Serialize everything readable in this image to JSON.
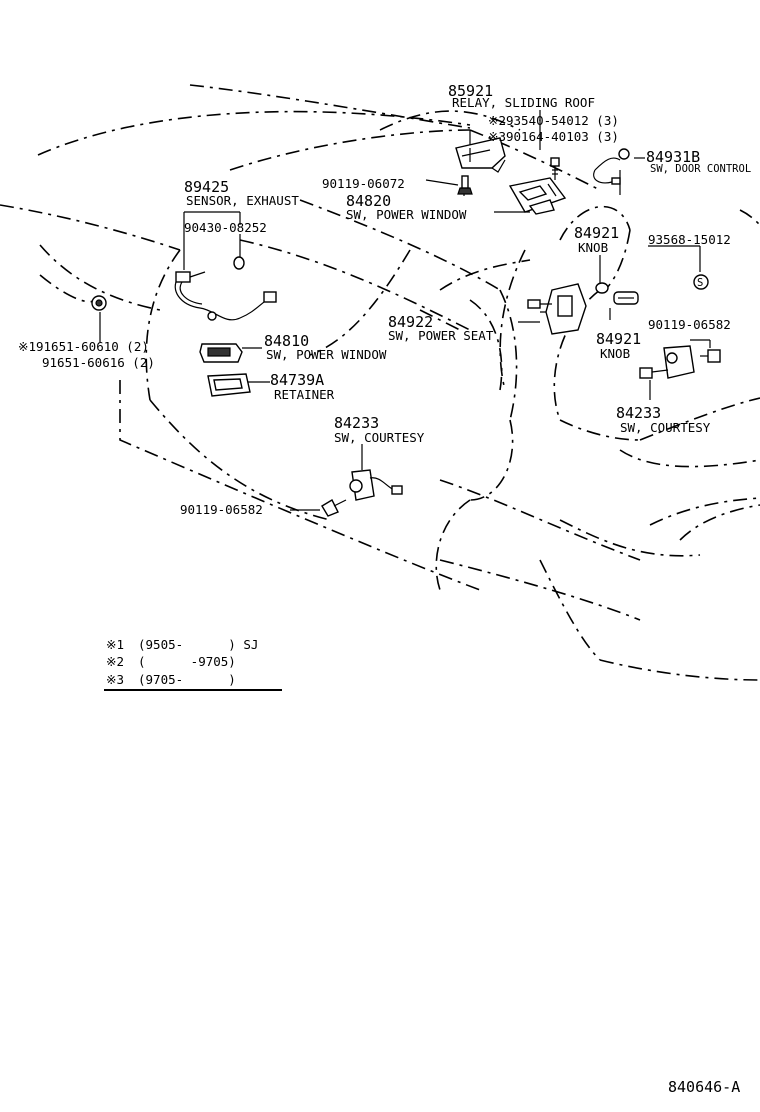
{
  "callouts": [
    {
      "id": "relay",
      "number": "85921",
      "name": "RELAY, SLIDING ROOF"
    },
    {
      "id": "relay-note1",
      "number": "※293540-54012 (3)"
    },
    {
      "id": "relay-note2",
      "number": "※390164-40103 (3)"
    },
    {
      "id": "door-ctrl",
      "number": "84931B",
      "name": "SW, DOOR CONTROL"
    },
    {
      "id": "screw1",
      "number": "90119-06072"
    },
    {
      "id": "sensor",
      "number": "89425",
      "name": "SENSOR, EXHAUST"
    },
    {
      "id": "pw-main",
      "number": "84820",
      "name": "SW, POWER WINDOW"
    },
    {
      "id": "clip1",
      "number": "90430-08252"
    },
    {
      "id": "knob-top",
      "number": "84921",
      "name": "KNOB"
    },
    {
      "id": "clip2",
      "number": "93568-15012"
    },
    {
      "id": "power-seat",
      "number": "84922",
      "name": "SW, POWER SEAT"
    },
    {
      "id": "screw2",
      "number": "90119-06582"
    },
    {
      "id": "knob-lower",
      "number": "84921",
      "name": "KNOB"
    },
    {
      "id": "nut1",
      "number": "※191651-60610 (2)"
    },
    {
      "id": "nut2",
      "number": "91651-60616 (2)"
    },
    {
      "id": "pw-sub",
      "number": "84810",
      "name": "SW, POWER WINDOW"
    },
    {
      "id": "retainer",
      "number": "84739A",
      "name": "RETAINER"
    },
    {
      "id": "courtesy-left",
      "number": "84233",
      "name": "SW, COURTESY"
    },
    {
      "id": "courtesy-right",
      "number": "84233",
      "name": "SW, COURTESY"
    },
    {
      "id": "screw3",
      "number": "90119-06582"
    }
  ],
  "legend": {
    "rows": [
      {
        "mark": "※1",
        "range": "(9505-      ) SJ"
      },
      {
        "mark": "※2",
        "range": "(      -9705)"
      },
      {
        "mark": "※3",
        "range": "(9705-      )"
      }
    ]
  },
  "figure_id": "840646-A"
}
